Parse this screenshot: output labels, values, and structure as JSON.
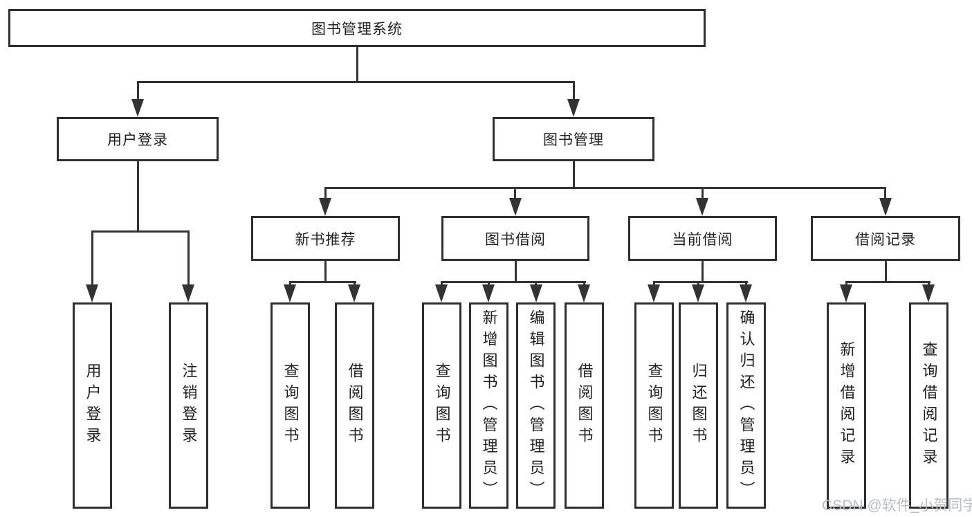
{
  "diagram": {
    "root": {
      "label": "图书管理系统"
    },
    "branches": [
      {
        "label": "用户登录",
        "children": [
          {
            "label": "用户登录"
          },
          {
            "label": "注销登录"
          }
        ]
      },
      {
        "label": "图书管理",
        "children": [
          {
            "label": "新书推荐",
            "children": [
              {
                "label": "查询图书"
              },
              {
                "label": "借阅图书"
              }
            ]
          },
          {
            "label": "图书借阅",
            "children": [
              {
                "label": "查询图书"
              },
              {
                "label": "新增图书（管理员）"
              },
              {
                "label": "编辑图书（管理员）"
              },
              {
                "label": "借阅图书"
              }
            ]
          },
          {
            "label": "当前借阅",
            "children": [
              {
                "label": "查询图书"
              },
              {
                "label": "归还图书"
              },
              {
                "label": "确认归还（管理员）"
              }
            ]
          },
          {
            "label": "借阅记录",
            "children": [
              {
                "label": "新增借阅记录"
              },
              {
                "label": "查询借阅记录"
              }
            ]
          }
        ]
      }
    ]
  },
  "watermark": {
    "text": "CSDN @软件_小贺同学"
  },
  "colors": {
    "line": "#333333",
    "border": "#2f2f2f",
    "text": "#1f1f1f",
    "watermark": "#b9bdc3",
    "background": "#ffffff"
  }
}
